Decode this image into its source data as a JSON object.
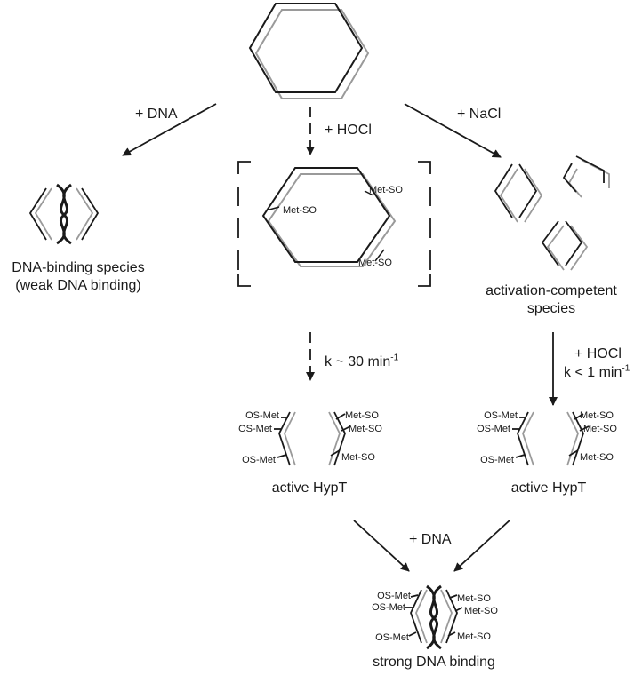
{
  "labels": {
    "plus_dna_left": "+ DNA",
    "plus_hocl_top": "+ HOCl",
    "plus_nacl": "+ NaCl",
    "met_so": "Met-SO",
    "os_met": "OS-Met",
    "dna_binding_species_1": "DNA-binding species",
    "dna_binding_species_2": "(weak DNA binding)",
    "activation_competent_1": "activation-competent",
    "activation_competent_2": "species",
    "k_slow": "k ~ 30 min",
    "k_slow_sup": "-1",
    "plus_hocl_right": "+ HOCl",
    "k_fast": "k < 1 min",
    "k_fast_sup": "-1",
    "active_hypt_left": "active HypT",
    "active_hypt_right": "active HypT",
    "plus_dna_bottom": "+ DNA",
    "strong_binding": "strong DNA binding"
  }
}
